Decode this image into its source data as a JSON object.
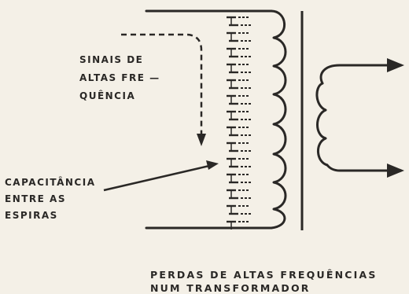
{
  "labels": {
    "signals": [
      "SINAIS DE",
      "ALTAS FRE —",
      "QUÊNCIA"
    ],
    "capacitance": [
      "CAPACITÂNCIA",
      "ENTRE AS",
      "ESPIRAS"
    ]
  },
  "caption": [
    "PERDAS DE ALTAS FREQUÊNCIAS",
    "NUM TRANSFORMADOR"
  ],
  "colors": {
    "ink": "#2a2826",
    "paper": "#f4f0e7"
  }
}
